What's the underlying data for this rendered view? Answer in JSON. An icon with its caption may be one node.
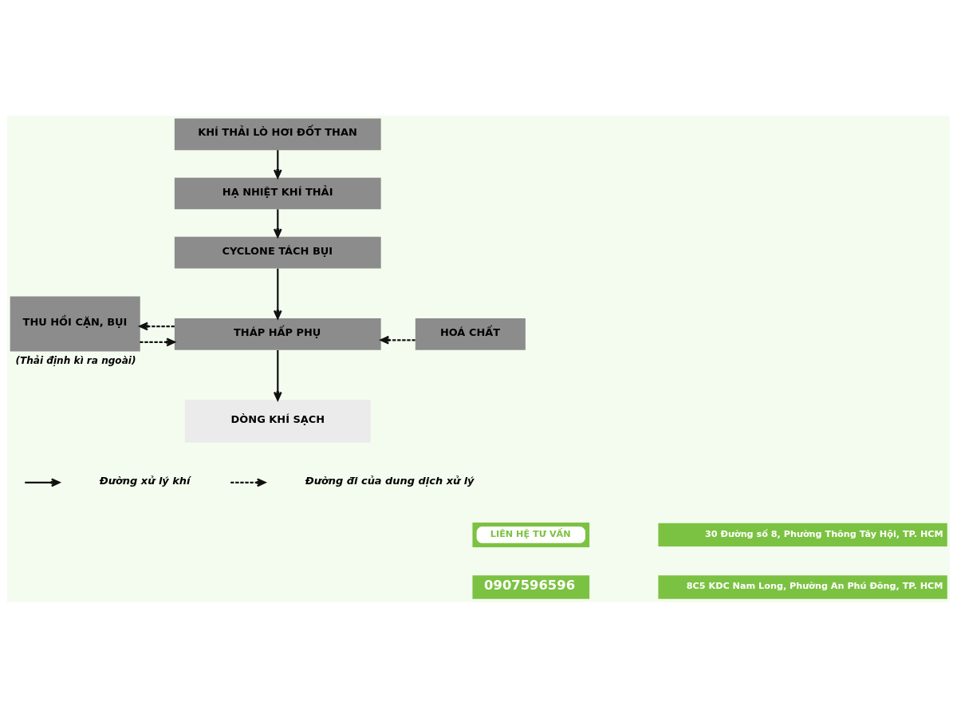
{
  "diagram": {
    "nodes": [
      {
        "text": [
          "KHÍ THẢI LÒ HƠI ĐỐT THAN"
        ]
      },
      {
        "text": [
          "HẠ NHIỆT KHÍ THẢI"
        ]
      },
      {
        "text": [
          "CYCLONE TÁCH BỤI"
        ]
      },
      {
        "text": [
          "THÁP HẤP PHỤ"
        ]
      },
      {
        "text": [
          "THU HỒI CẶN, BỤI"
        ],
        "beside": [
          "(Thải định kì ra ngoài)"
        ]
      },
      {
        "text": [
          "HOÁ CHẤT"
        ]
      },
      {
        "text": [
          "DÒNG KHÍ SẠCH"
        ]
      }
    ],
    "edges": [
      {
        "from": 0,
        "to": 1,
        "arrow": "to"
      },
      {
        "from": 1,
        "to": 2,
        "arrow": "to"
      },
      {
        "from": 2,
        "to": 3,
        "arrow": "to"
      },
      {
        "from": 3,
        "to": 6,
        "arrow": "to"
      },
      {
        "from": 3,
        "to": 4,
        "arrow": "to",
        "style": "dashed"
      },
      {
        "from": 5,
        "to": 3,
        "arrow": "to",
        "style": "dashed"
      },
      {
        "from": 4,
        "to": 3,
        "arrow": "to",
        "style": "dashed"
      }
    ],
    "labels": [
      "LIÊN HỆ TƯ VẤN",
      "0907596596",
      "30 Đường số 8, Phường Thông Tây Hội, TP. HCM",
      "8C5 KDC Nam Long, Phường An Phú Đông, TP. HCM"
    ],
    "legend": [
      {
        "text": "Đường xử lý khí"
      },
      {
        "text": "Đường đi của dung dịch xử lý"
      }
    ]
  }
}
